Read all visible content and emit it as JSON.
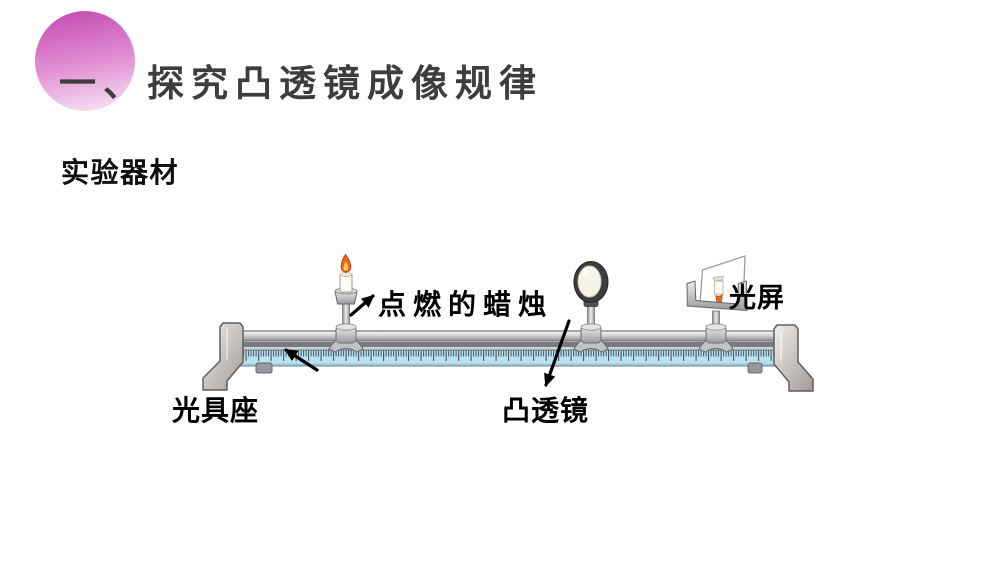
{
  "slide": {
    "title": "一、探究凸透镜成像规律",
    "section": "实验器材"
  },
  "diagram": {
    "type": "optical-bench-apparatus",
    "labels": {
      "candle": "点燃的蜡烛",
      "lens": "凸透镜",
      "screen": "光屏",
      "bench": "光具座"
    },
    "colors": {
      "accent_circle_top": "#c448ae",
      "accent_circle_bottom": "#f8e9f5",
      "title_text": "#3d3d3d",
      "label_text": "#000000",
      "ruler_blue": "#b9e2f1",
      "metal_gray": "#c9c9cc",
      "flame_orange": "#e8681c",
      "lens_ring": "#3b3b40",
      "arrow_black": "#000000"
    }
  }
}
